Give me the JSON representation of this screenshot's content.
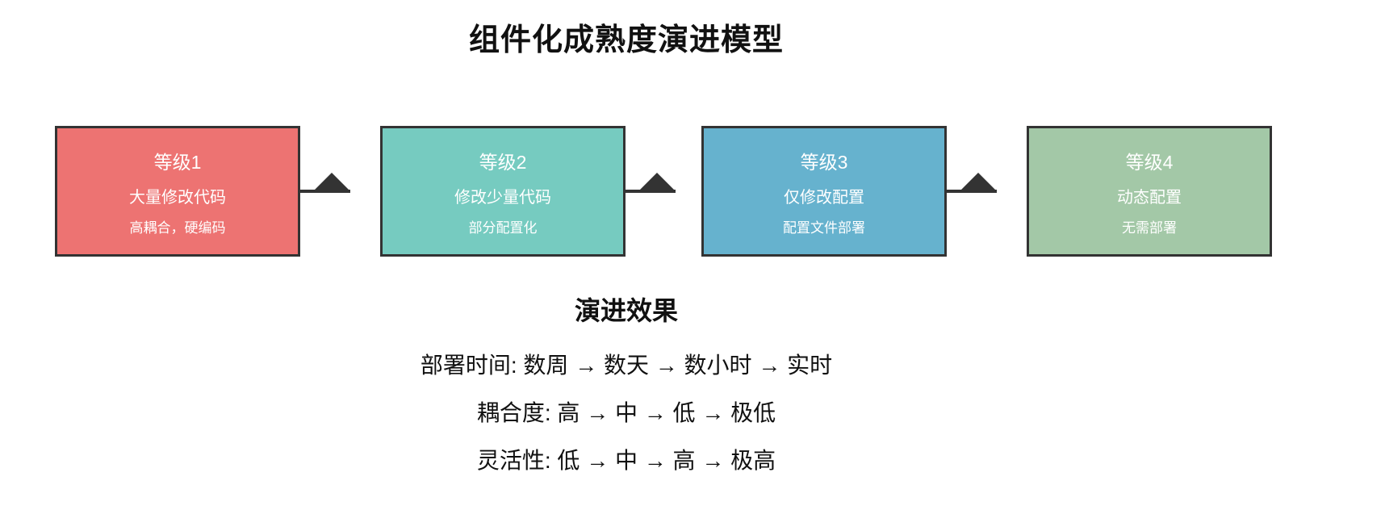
{
  "title": "组件化成熟度演进模型",
  "colors": {
    "background": "#ffffff",
    "border_and_arrow": "#333333",
    "box_text": "#ffffff",
    "heading_text": "#111111",
    "level1_fill": "#ED7372",
    "level2_fill": "#76CBC0",
    "level3_fill": "#66B2CE",
    "level4_fill": "#A3C8A7"
  },
  "levels": [
    {
      "name": "等级1",
      "description": "大量修改代码",
      "subtext": "高耦合，硬编码",
      "fill": "#ED7372"
    },
    {
      "name": "等级2",
      "description": "修改少量代码",
      "subtext": "部分配置化",
      "fill": "#76CBC0"
    },
    {
      "name": "等级3",
      "description": "仅修改配置",
      "subtext": "配置文件部署",
      "fill": "#66B2CE"
    },
    {
      "name": "等级4",
      "description": "动态配置",
      "subtext": "无需部署",
      "fill": "#A3C8A7"
    }
  ],
  "effects": {
    "heading": "演进效果",
    "lines": [
      "部署时间: 数周 → 数天 → 数小时 → 实时",
      "耦合度: 高 → 中 → 低 → 极低",
      "灵活性: 低 → 中 → 高 → 极高"
    ]
  }
}
